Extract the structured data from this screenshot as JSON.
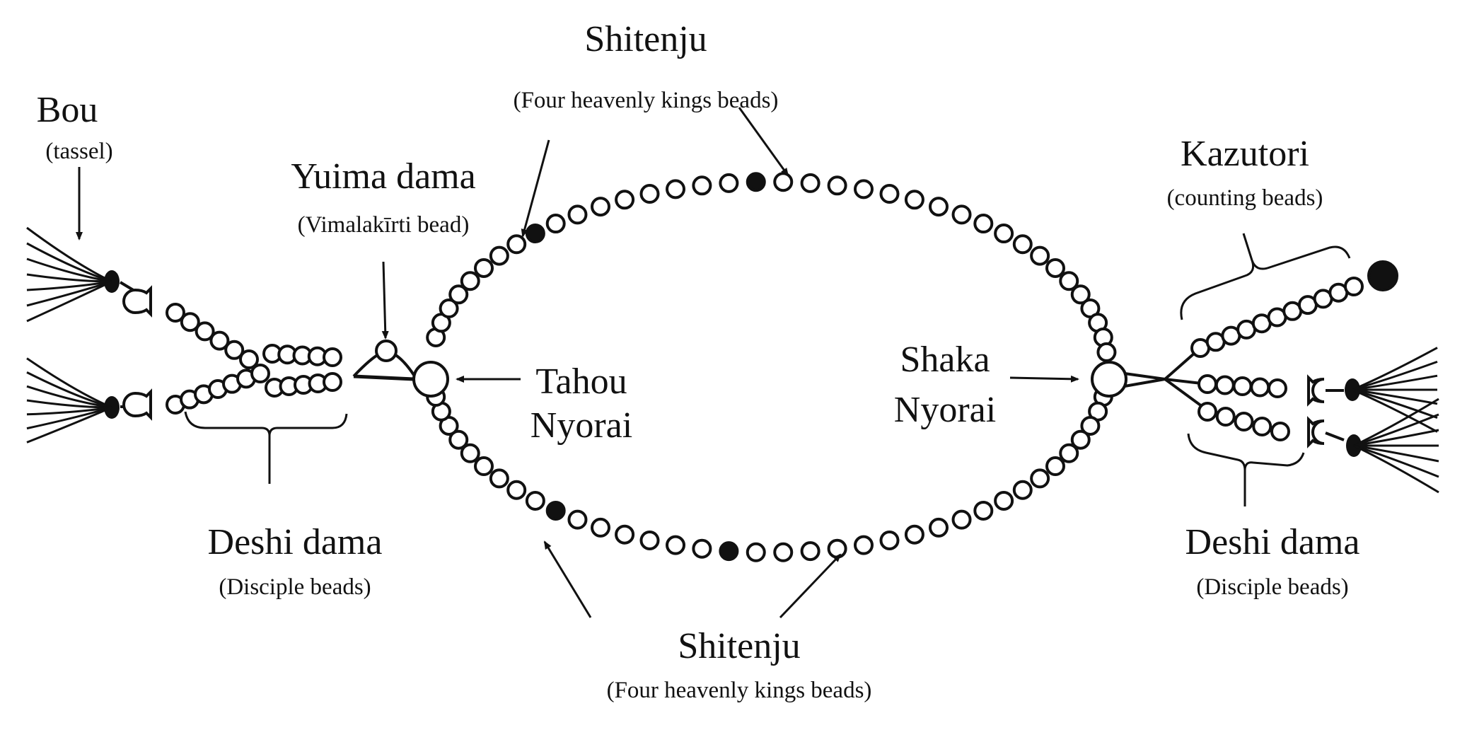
{
  "labels": {
    "bou": {
      "title": "Bou",
      "subtitle": "(tassel)"
    },
    "shitenju_top": {
      "title": "Shitenju",
      "subtitle": "(Four heavenly kings beads)"
    },
    "yuima": {
      "title": "Yuima dama",
      "subtitle": "(Vimalakīrti  bead)"
    },
    "kazutori": {
      "title": "Kazutori",
      "subtitle": "(counting beads)"
    },
    "tahou": {
      "line1": "Tahou",
      "line2": "Nyorai"
    },
    "shaka": {
      "line1": "Shaka",
      "line2": "Nyorai"
    },
    "deshi_left": {
      "title": "Deshi dama",
      "subtitle": "(Disciple beads)"
    },
    "deshi_right": {
      "title": "Deshi dama",
      "subtitle": "(Disciple beads)"
    },
    "shitenju_bottom": {
      "title": "Shitenju",
      "subtitle": "(Four heavenly kings beads)"
    }
  },
  "colors": {
    "ink": "#111111",
    "background": "#ffffff"
  }
}
